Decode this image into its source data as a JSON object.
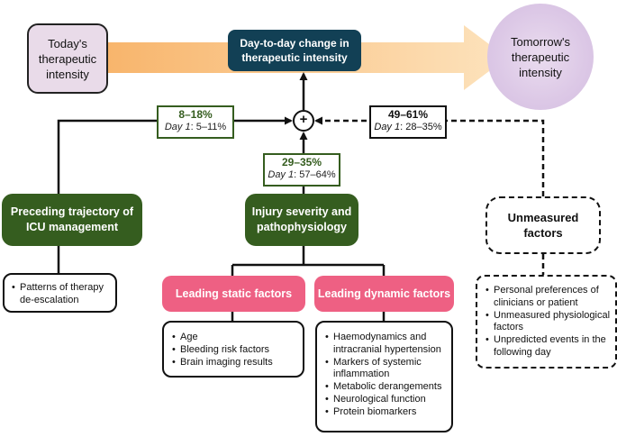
{
  "nodes": {
    "today": "Today's therapeutic intensity",
    "tomorrow": "Tomorrow's therapeutic intensity",
    "day_change": "Day-to-day change in therapeutic intensity",
    "preceding": "Preceding trajectory of ICU management",
    "injury": "Injury severity and pathophysiology",
    "unmeasured": "Unmeasured factors",
    "leading_static": "Leading static factors",
    "leading_dynamic": "Leading dynamic factors",
    "plus_symbol": "+"
  },
  "percentages": {
    "preceding": {
      "main": "8–18%",
      "day1_label": "Day 1",
      "day1_value": ": 5–11%"
    },
    "injury": {
      "main": "29–35%",
      "day1_label": "Day 1",
      "day1_value": ": 57–64%"
    },
    "unmeasured": {
      "main": "49–61%",
      "day1_label": "Day 1",
      "day1_value": ": 28–35%"
    }
  },
  "lists": {
    "preceding": [
      "Patterns of therapy de-escalation"
    ],
    "static": [
      "Age",
      "Bleeding risk factors",
      "Brain imaging results"
    ],
    "dynamic": [
      "Haemodynamics and intracranial hypertension",
      "Markers of systemic inflammation",
      "Metabolic derangements",
      "Neurological function",
      "Protein biomarkers"
    ],
    "unmeasured": [
      "Personal preferences of clinicians or patient",
      "Unmeasured physiological factors",
      "Unpredicted events in the following day"
    ]
  },
  "colors": {
    "green": "#355d1f",
    "navy": "#124055",
    "pink": "#ee6083",
    "lilac": "#e9dbe9",
    "orange_arrow": "#fad49c"
  }
}
